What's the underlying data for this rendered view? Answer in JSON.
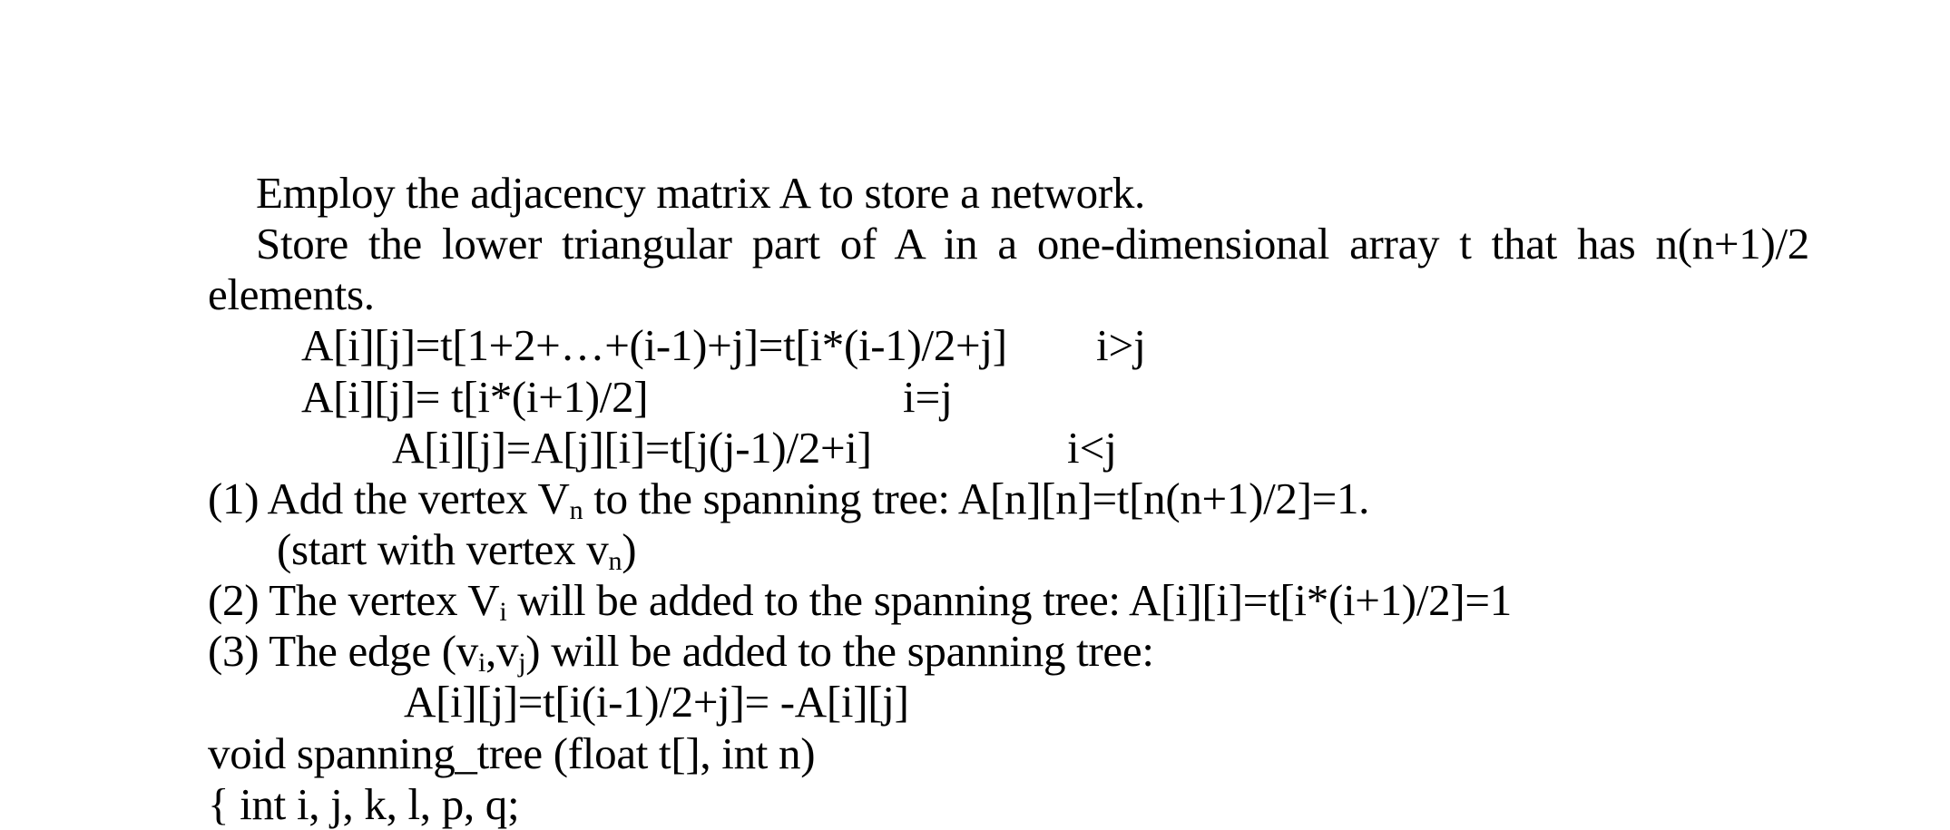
{
  "document": {
    "intro1": "Employ the adjacency matrix A to store a network.",
    "intro2": "Store the lower triangular part of A in a one-dimensional array t that has n(n+1)/2",
    "intro3": "elements.",
    "formula1": "A[i][j]=t[1+2+…+(i-1)+j]=t[i*(i-1)/2+j]",
    "formula1_cond": "i>j",
    "formula2": "A[i][j]= t[i*(i+1)/2]",
    "formula2_cond": "i=j",
    "formula3": "A[i][j]=A[j][i]=t[j(j-1)/2+i]",
    "formula3_cond": "i<j",
    "step1_a": "(1) Add the vertex V",
    "step1_sub": "n",
    "step1_b": " to the spanning tree: A[n][n]=t[n(n+1)/2]=1.",
    "step1_note_a": "(start with vertex v",
    "step1_note_sub": "n",
    "step1_note_b": ")",
    "step2_a": "(2) The vertex V",
    "step2_sub": "i",
    "step2_b": " will be added to the spanning tree: A[i][i]=t[i*(i+1)/2]=1",
    "step3_a": "(3) The edge (v",
    "step3_sub1": "i",
    "step3_mid": ",v",
    "step3_sub2": "j",
    "step3_b": ") will be added to the spanning tree:",
    "step3_formula": "A[i][j]=t[i(i-1)/2+j]= -A[i][j]",
    "code1": "void spanning_tree (float t[], int n)",
    "code2": "{ int i, j, k, l, p, q;"
  }
}
